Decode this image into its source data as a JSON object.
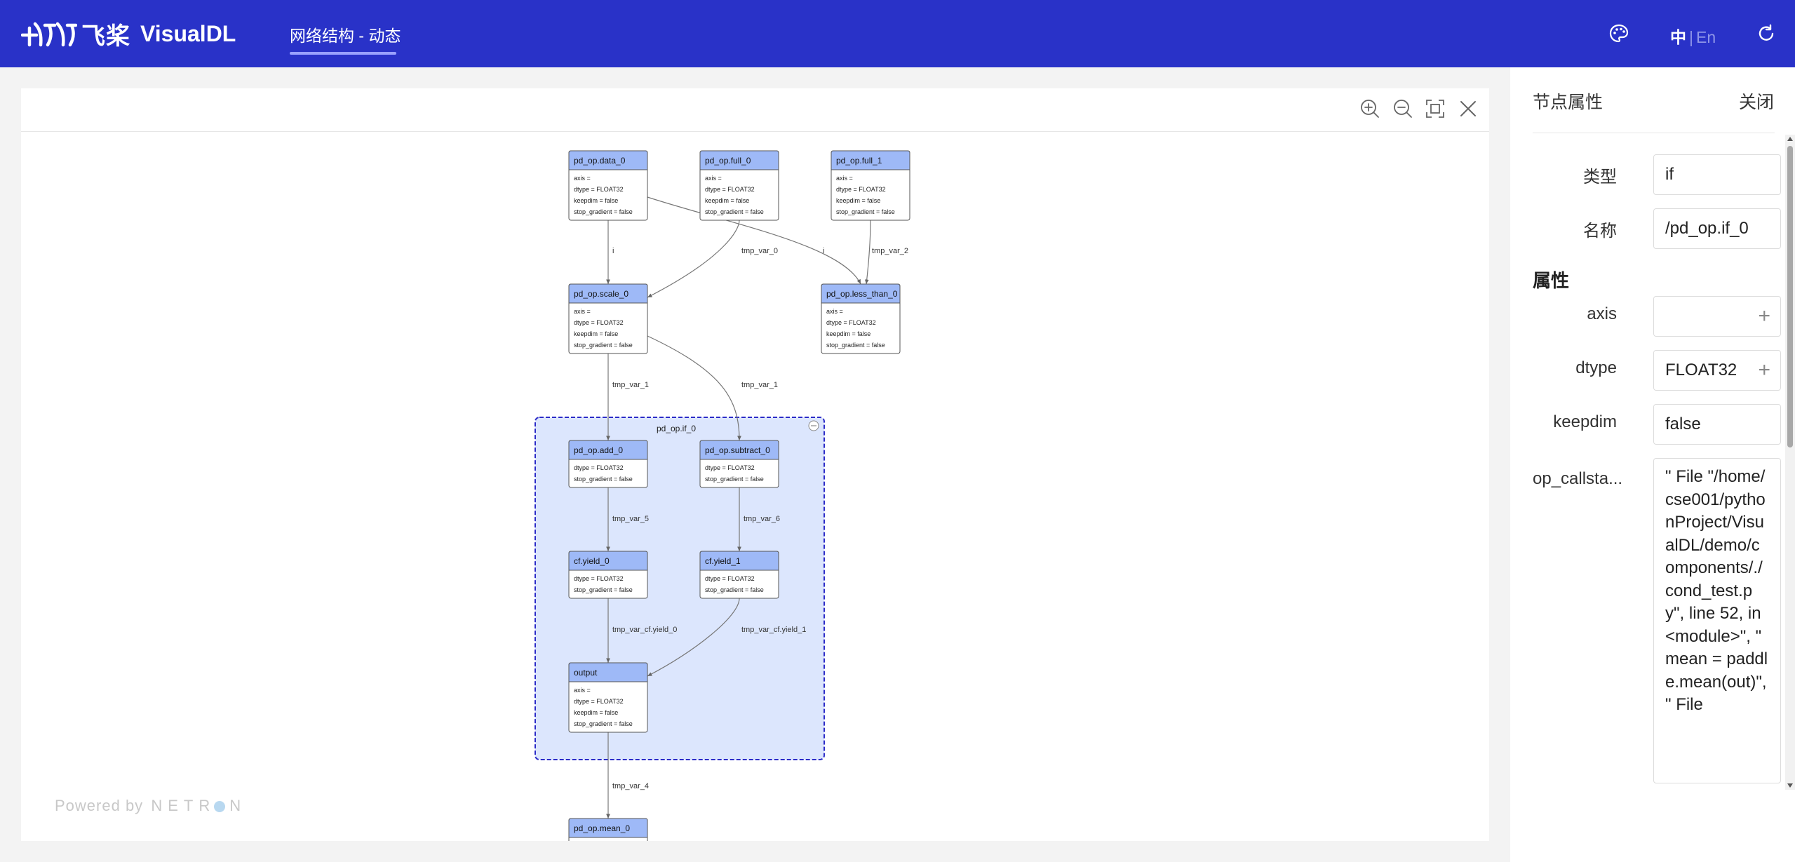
{
  "header": {
    "logo_cn": "飞桨",
    "logo_en": "VisualDL",
    "nav_tab": "网络结构 - 动态",
    "lang_current": "中",
    "lang_separator": "|",
    "lang_other": "En",
    "icons": [
      "palette-icon",
      "refresh-icon"
    ],
    "background_color": "#2932c8"
  },
  "toolbar": {
    "icons": [
      "zoom-in-icon",
      "zoom-out-icon",
      "fit-screen-icon",
      "restore-icon"
    ]
  },
  "graph": {
    "nodes": [
      {
        "id": "data0",
        "title": "pd_op.data_0",
        "attrs": [
          "axis =",
          "dtype = FLOAT32",
          "keepdim = false",
          "stop_gradient = false"
        ]
      },
      {
        "id": "full0",
        "title": "pd_op.full_0",
        "attrs": [
          "axis =",
          "dtype = FLOAT32",
          "keepdim = false",
          "stop_gradient = false"
        ]
      },
      {
        "id": "full1",
        "title": "pd_op.full_1",
        "attrs": [
          "axis =",
          "dtype = FLOAT32",
          "keepdim = false",
          "stop_gradient = false"
        ]
      },
      {
        "id": "scale0",
        "title": "pd_op.scale_0",
        "attrs": [
          "axis =",
          "dtype = FLOAT32",
          "keepdim = false",
          "stop_gradient = false"
        ]
      },
      {
        "id": "less0",
        "title": "pd_op.less_than_0",
        "attrs": [
          "axis =",
          "dtype = FLOAT32",
          "keepdim = false",
          "stop_gradient = false"
        ]
      },
      {
        "id": "add0",
        "title": "pd_op.add_0",
        "attrs": [
          "dtype = FLOAT32",
          "stop_gradient = false"
        ]
      },
      {
        "id": "sub0",
        "title": "pd_op.subtract_0",
        "attrs": [
          "dtype = FLOAT32",
          "stop_gradient = false"
        ]
      },
      {
        "id": "yield0",
        "title": "cf.yield_0",
        "attrs": [
          "dtype = FLOAT32",
          "stop_gradient = false"
        ]
      },
      {
        "id": "yield1",
        "title": "cf.yield_1",
        "attrs": [
          "dtype = FLOAT32",
          "stop_gradient = false"
        ]
      },
      {
        "id": "output",
        "title": "output",
        "attrs": [
          "axis =",
          "dtype = FLOAT32",
          "keepdim = false",
          "stop_gradient = false"
        ]
      },
      {
        "id": "mean0",
        "title": "pd_op.mean_0",
        "attrs": []
      }
    ],
    "group_label": "pd_op.if_0",
    "edges": [
      {
        "from": "data0",
        "to": "scale0",
        "label": "i"
      },
      {
        "from": "full0",
        "to": "scale0",
        "label": "tmp_var_0"
      },
      {
        "from": "data0",
        "to": "less0",
        "label": "i"
      },
      {
        "from": "full1",
        "to": "less0",
        "label": "tmp_var_2"
      },
      {
        "from": "scale0",
        "to": "add0",
        "label": "tmp_var_1"
      },
      {
        "from": "scale0",
        "to": "sub0",
        "label": "tmp_var_1"
      },
      {
        "from": "add0",
        "to": "yield0",
        "label": "tmp_var_5"
      },
      {
        "from": "sub0",
        "to": "yield1",
        "label": "tmp_var_6"
      },
      {
        "from": "yield0",
        "to": "output",
        "label": "tmp_var_cf.yield_0"
      },
      {
        "from": "yield1",
        "to": "output",
        "label": "tmp_var_cf.yield_1"
      },
      {
        "from": "output",
        "to": "mean0",
        "label": "tmp_var_4"
      }
    ],
    "powered_by": "Powered by",
    "netron": "NETR",
    "netron_end": "N",
    "node_header_color": "#9eb9f7",
    "group_fill_color": "#dce6fd",
    "group_border_color": "#2c2cc8"
  },
  "side_panel": {
    "title": "节点属性",
    "close_label": "关闭",
    "type_label": "类型",
    "type_value": "if",
    "name_label": "名称",
    "name_value": "/pd_op.if_0",
    "section_title": "属性",
    "attributes": [
      {
        "label": "axis",
        "value": "",
        "expandable": true
      },
      {
        "label": "dtype",
        "value": "FLOAT32",
        "expandable": true
      },
      {
        "label": "keepdim",
        "value": "false",
        "expandable": false
      }
    ],
    "callstack_label": "op_callsta...",
    "callstack_value": "\" File \"/home/cse001/pythonProject/VisualDL/demo/components/./cond_test.py\", line 52, in <module>\", \" mean = paddle.mean(out)\", \" File"
  }
}
